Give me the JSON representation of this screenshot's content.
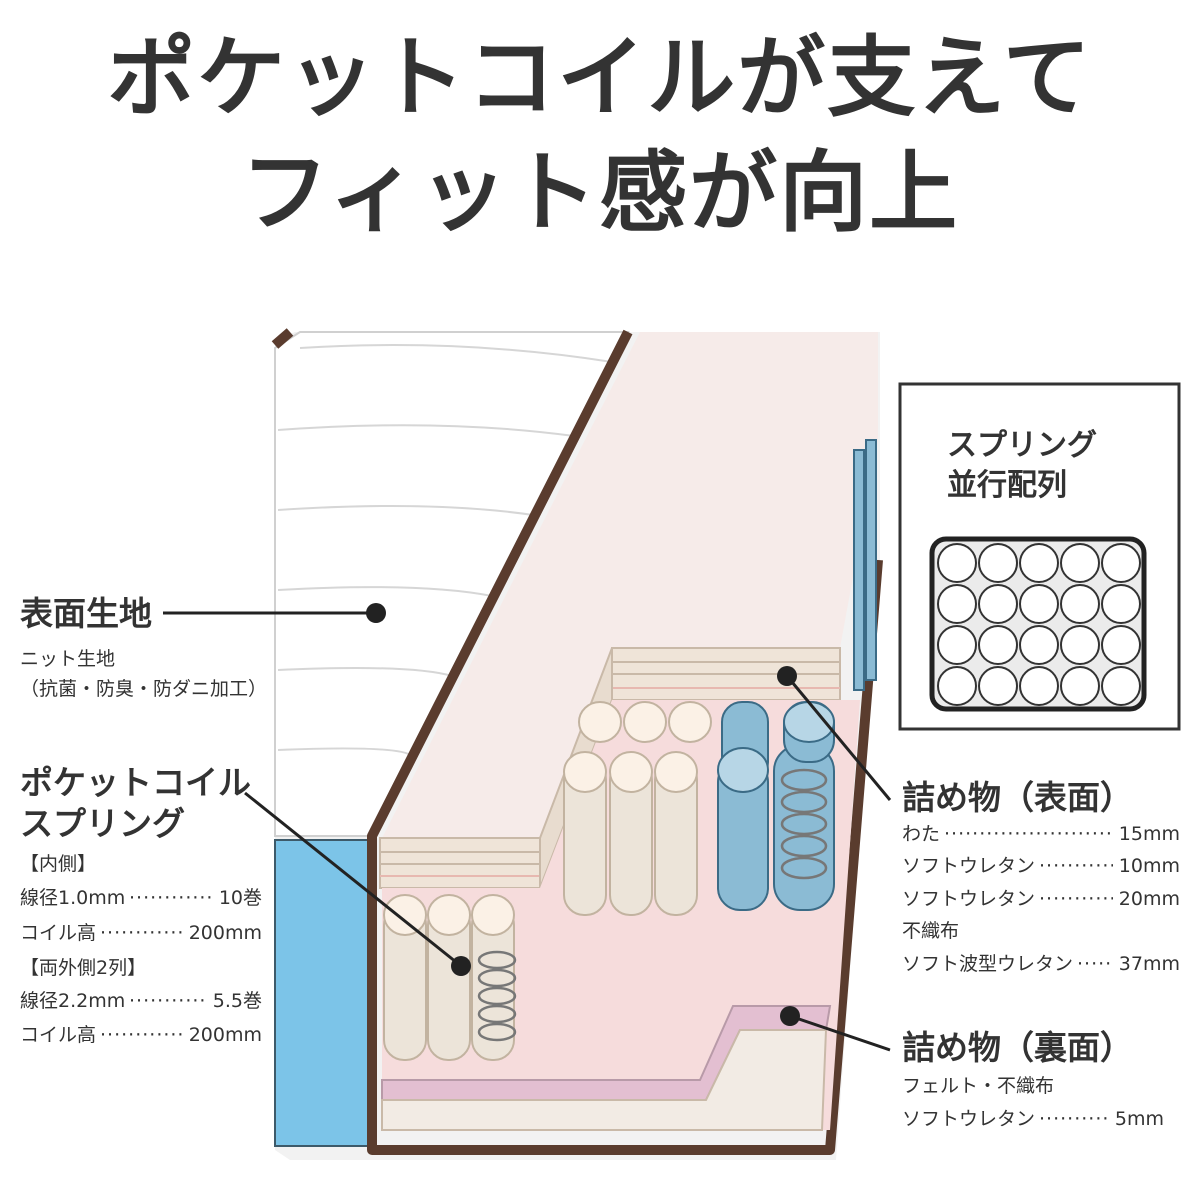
{
  "title": {
    "line1": "ポケットコイルが支えて",
    "line2": "フィット感が向上"
  },
  "surface": {
    "heading": "表面生地",
    "lines": [
      "ニット生地",
      "（抗菌・防臭・防ダニ加工）"
    ]
  },
  "coil": {
    "heading_line1": "ポケットコイル",
    "heading_line2": "スプリング",
    "inner_label": "【内側】",
    "inner_specs": [
      {
        "name": "線径1.0mm",
        "value": "10巻"
      },
      {
        "name": "コイル高",
        "value": "200mm"
      }
    ],
    "outer_label": "【両外側2列】",
    "outer_specs": [
      {
        "name": "線径2.2mm",
        "value": "5.5巻"
      },
      {
        "name": "コイル高",
        "value": "200mm"
      }
    ]
  },
  "filling_top": {
    "heading": "詰め物（表面）",
    "specs": [
      {
        "name": "わた",
        "value": "15mm"
      },
      {
        "name": "ソフトウレタン",
        "value": "10mm"
      },
      {
        "name": "ソフトウレタン",
        "value": "20mm"
      },
      {
        "name": "不織布",
        "value": ""
      },
      {
        "name": "ソフト波型ウレタン",
        "value": "37mm"
      }
    ]
  },
  "filling_bottom": {
    "heading": "詰め物（裏面）",
    "specs": [
      {
        "name": "フェルト・不織布",
        "value": ""
      },
      {
        "name": "ソフトウレタン",
        "value": "5mm"
      }
    ]
  },
  "arrangement": {
    "title_line1": "スプリング",
    "title_line2": "並行配列"
  },
  "colors": {
    "text": "#333333",
    "frame_brown": "#5a3c2e",
    "cushion_pink": "#f4e9e7",
    "coil_blue": "#8bbbd4",
    "side_blue": "#7cc4e8",
    "coil_cream": "#ece4d9"
  }
}
